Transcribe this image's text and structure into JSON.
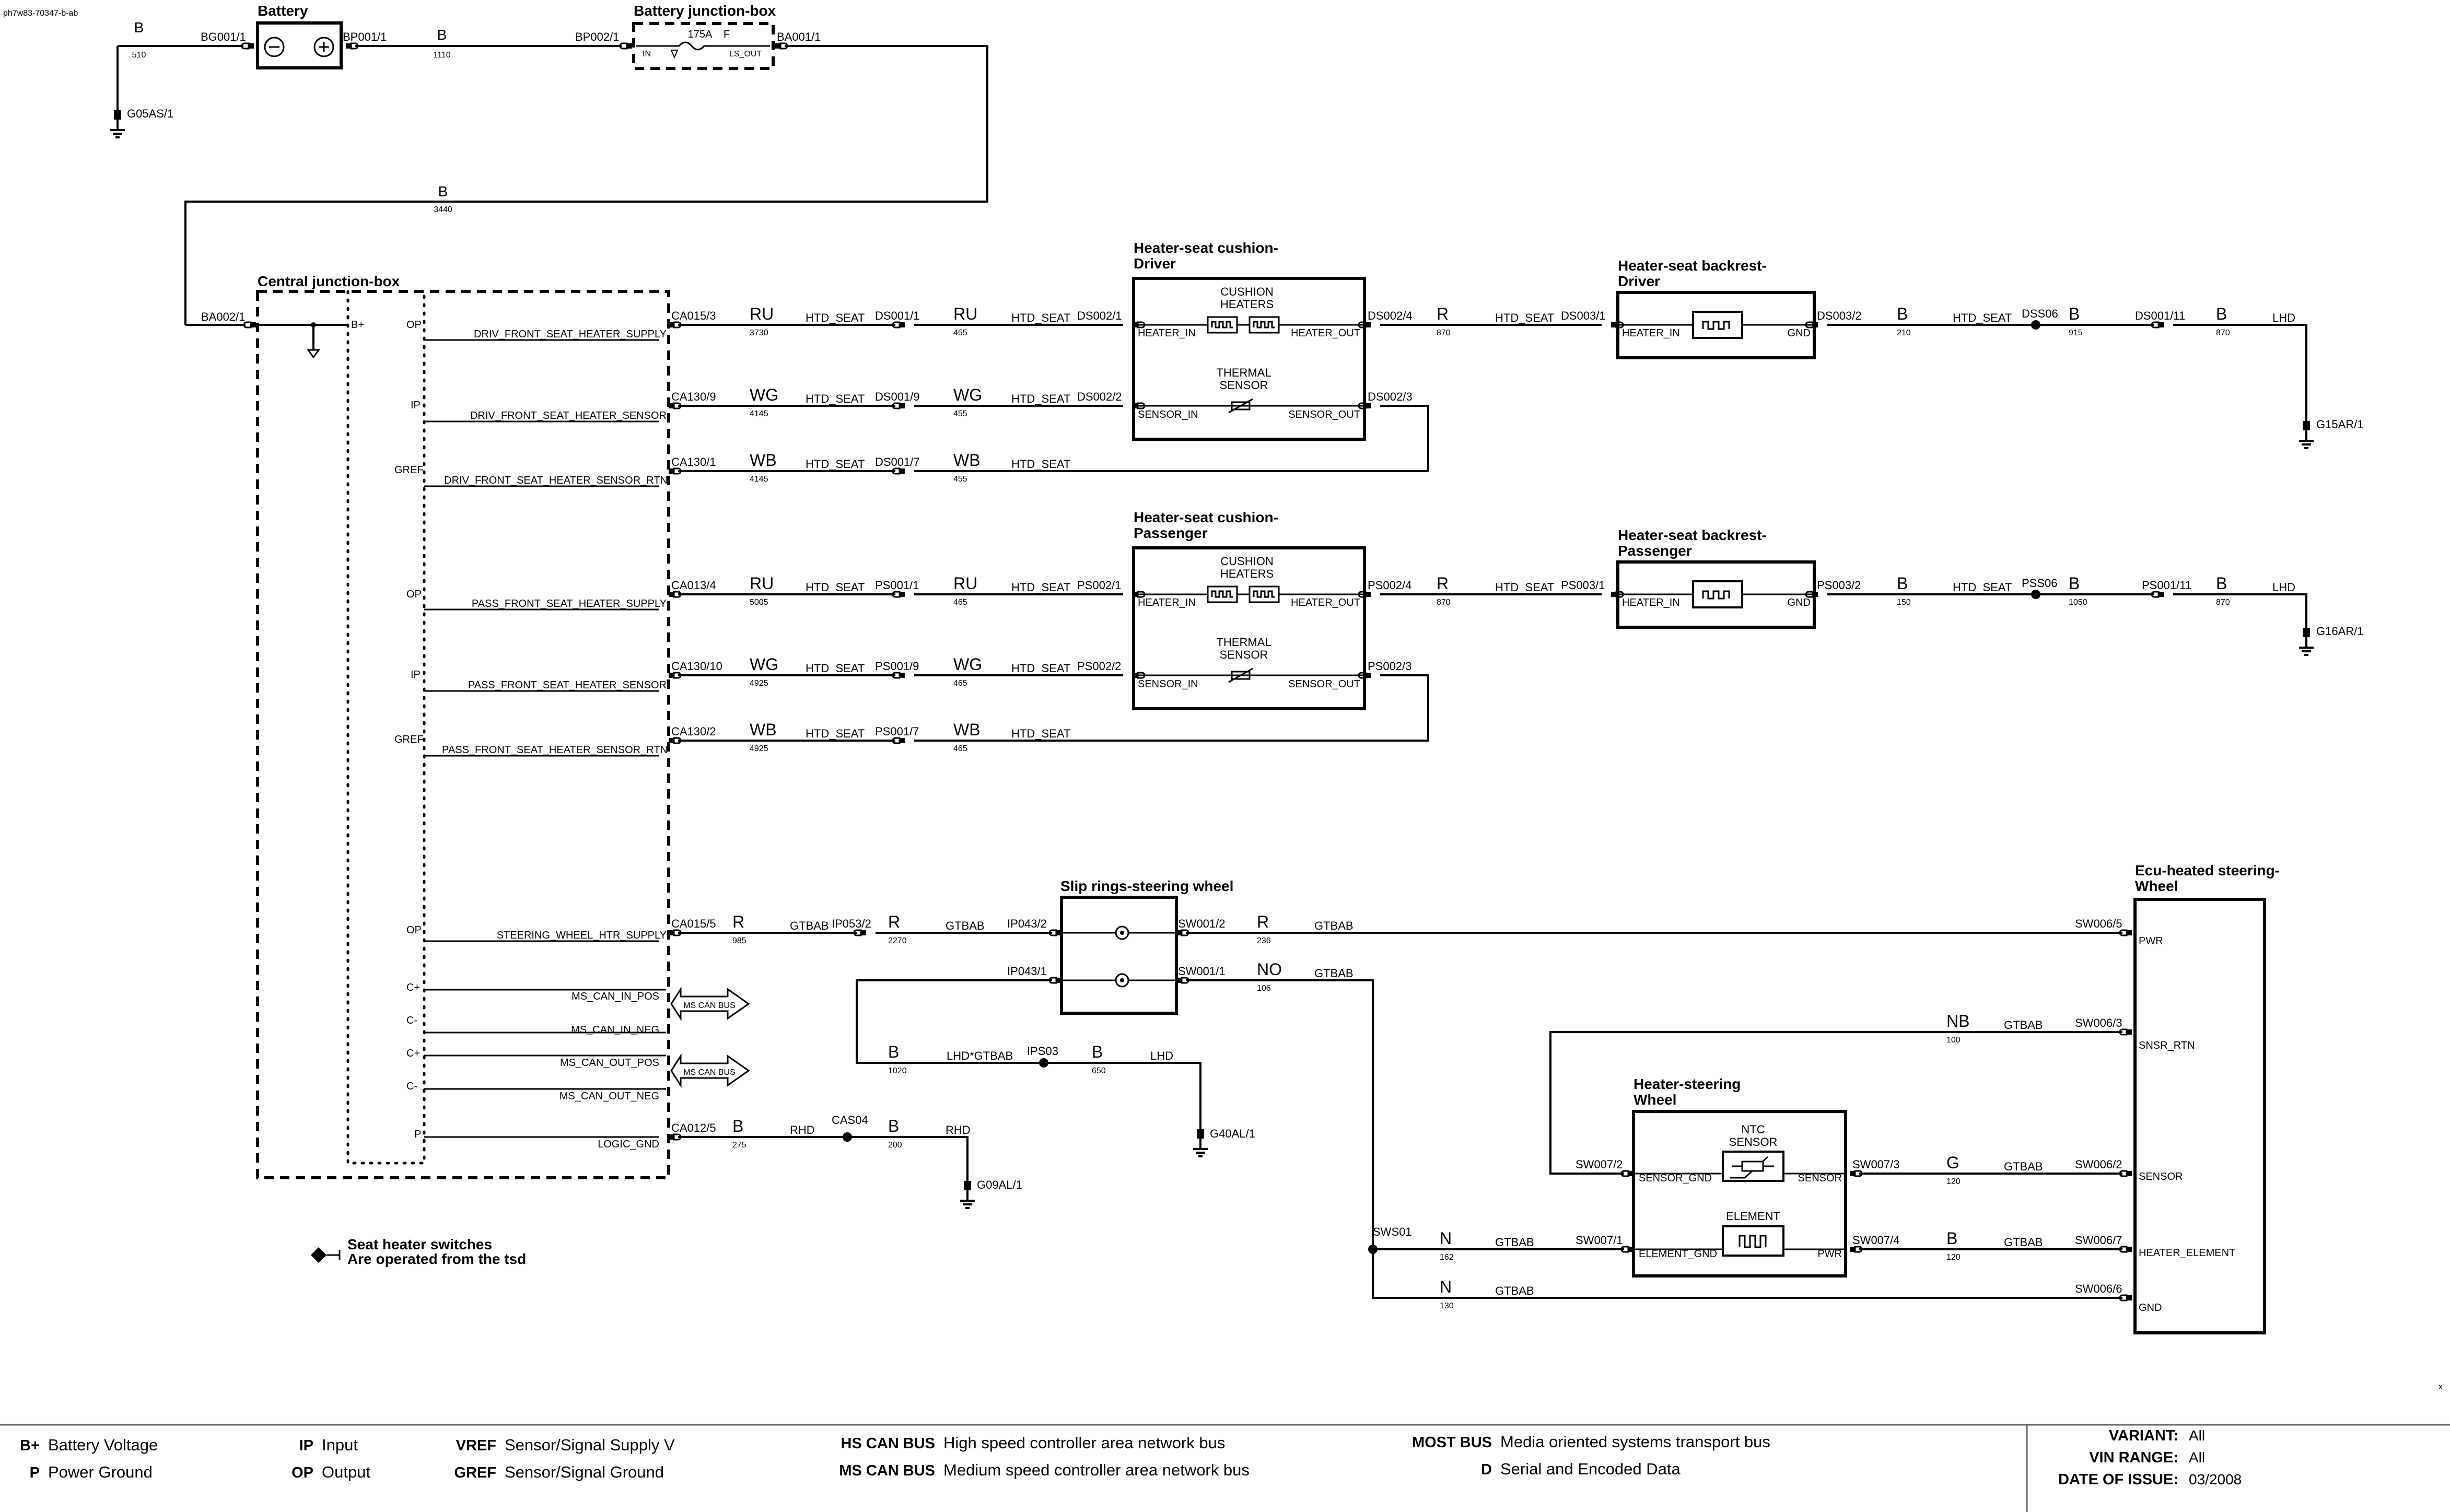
{
  "doc_id": "ph7w83-70347-b-ab",
  "components": {
    "battery": "Battery",
    "bjb": "Battery junction-box",
    "cjb": "Central junction-box",
    "hcd_l1": "Heater-seat cushion-",
    "hcd_l2": "Driver",
    "hbd_l1": "Heater-seat backrest-",
    "hbd_l2": "Driver",
    "hcp_l1": "Heater-seat cushion-",
    "hcp_l2": "Passenger",
    "hbp_l1": "Heater-seat backrest-",
    "hbp_l2": "Passenger",
    "slip": "Slip rings-steering wheel",
    "ecu_l1": "Ecu-heated steering-",
    "ecu_l2": "Wheel",
    "hsw_l1": "Heater-steering",
    "hsw_l2": "Wheel"
  },
  "inner": {
    "cushion_l1": "CUSHION",
    "cushion_l2": "HEATERS",
    "thermal_l1": "THERMAL",
    "thermal_l2": "SENSOR",
    "ntc_l1": "NTC",
    "ntc_l2": "SENSOR",
    "element": "ELEMENT",
    "fuse_rating": "175A",
    "fuse_f": "F",
    "fuse_in": "IN",
    "fuse_out": "LS_OUT"
  },
  "pins": {
    "heater_in": "HEATER_IN",
    "heater_out": "HEATER_OUT",
    "sensor_in": "SENSOR_IN",
    "sensor_out": "SENSOR_OUT",
    "gnd": "GND",
    "pwr": "PWR",
    "snsr_rtn": "SNSR_RTN",
    "sensor": "SENSOR",
    "heater_element": "HEATER_ELEMENT",
    "sensor_gnd": "SENSOR_GND",
    "element_gnd": "ELEMENT_GND",
    "bplus": "B+",
    "op": "OP",
    "ip": "IP",
    "gref": "GREF",
    "cplus": "C+",
    "cminus": "C-",
    "p": "P"
  },
  "signals": {
    "driv_supply": "DRIV_FRONT_SEAT_HEATER_SUPPLY",
    "driv_sensor": "DRIV_FRONT_SEAT_HEATER_SENSOR",
    "driv_rtn": "DRIV_FRONT_SEAT_HEATER_SENSOR_RTN",
    "pass_supply": "PASS_FRONT_SEAT_HEATER_SUPPLY",
    "pass_sensor": "PASS_FRONT_SEAT_HEATER_SENSOR",
    "pass_rtn": "PASS_FRONT_SEAT_HEATER_SENSOR_RTN",
    "sw_supply": "STEERING_WHEEL_HTR_SUPPLY",
    "ms_in_pos": "MS_CAN_IN_POS",
    "ms_in_neg": "MS_CAN_IN_NEG",
    "ms_out_pos": "MS_CAN_OUT_POS",
    "ms_out_neg": "MS_CAN_OUT_NEG",
    "logic_gnd": "LOGIC_GND",
    "ms_can_bus": "MS CAN BUS"
  },
  "connectors": {
    "bg001": "BG001/1",
    "bp001": "BP001/1",
    "bp002": "BP002/1",
    "ba001": "BA001/1",
    "ba002": "BA002/1",
    "ca015_3": "CA015/3",
    "ca130_9": "CA130/9",
    "ca130_1": "CA130/1",
    "ca013_4": "CA013/4",
    "ca130_10": "CA130/10",
    "ca130_2": "CA130/2",
    "ca015_5": "CA015/5",
    "ca012_5": "CA012/5",
    "ds001_1": "DS001/1",
    "ds001_9": "DS001/9",
    "ds001_7": "DS001/7",
    "ds002_1": "DS002/1",
    "ds002_2": "DS002/2",
    "ds002_4": "DS002/4",
    "ds002_3": "DS002/3",
    "ds003_1": "DS003/1",
    "ds003_2": "DS003/2",
    "dss06": "DSS06",
    "ds001_11": "DS001/11",
    "ps001_1": "PS001/1",
    "ps001_9": "PS001/9",
    "ps001_7": "PS001/7",
    "ps002_1": "PS002/1",
    "ps002_2": "PS002/2",
    "ps002_4": "PS002/4",
    "ps002_3": "PS002/3",
    "ps003_1": "PS003/1",
    "ps003_2": "PS003/2",
    "pss06": "PSS06",
    "ps001_11": "PS001/11",
    "ip053_2": "IP053/2",
    "ip043_2": "IP043/2",
    "ip043_1": "IP043/1",
    "sw001_2": "SW001/2",
    "sw001_1": "SW001/1",
    "sw006_5": "SW006/5",
    "sw006_3": "SW006/3",
    "sw006_2": "SW006/2",
    "sw006_7": "SW006/7",
    "sw006_6": "SW006/6",
    "sw007_2": "SW007/2",
    "sw007_1": "SW007/1",
    "sw007_3": "SW007/3",
    "sw007_4": "SW007/4",
    "sws01": "SWS01",
    "ips03": "IPS03",
    "cas04": "CAS04"
  },
  "grounds": {
    "g05as": "G05AS/1",
    "g15ar": "G15AR/1",
    "g16ar": "G16AR/1",
    "g40al": "G40AL/1",
    "g09al": "G09AL/1"
  },
  "wires": {
    "w510": {
      "color": "B",
      "num": "510"
    },
    "w1110": {
      "color": "B",
      "num": "1110"
    },
    "w3440": {
      "color": "B",
      "num": "3440"
    },
    "w3730": {
      "color": "RU",
      "num": "3730",
      "tag": "HTD_SEAT"
    },
    "w455a": {
      "color": "RU",
      "num": "455",
      "tag": "HTD_SEAT"
    },
    "w870a": {
      "color": "R",
      "num": "870",
      "tag": "HTD_SEAT"
    },
    "w210": {
      "color": "B",
      "num": "210",
      "tag": "HTD_SEAT"
    },
    "w915": {
      "color": "B",
      "num": "915"
    },
    "w870b": {
      "color": "B",
      "num": "870",
      "tag": "LHD"
    },
    "w4145a": {
      "color": "WG",
      "num": "4145",
      "tag": "HTD_SEAT"
    },
    "w455b": {
      "color": "WG",
      "num": "455",
      "tag": "HTD_SEAT"
    },
    "w4145b": {
      "color": "WB",
      "num": "4145",
      "tag": "HTD_SEAT"
    },
    "w455c": {
      "color": "WB",
      "num": "455",
      "tag": "HTD_SEAT"
    },
    "w5005": {
      "color": "RU",
      "num": "5005",
      "tag": "HTD_SEAT"
    },
    "w465a": {
      "color": "RU",
      "num": "465",
      "tag": "HTD_SEAT"
    },
    "w870c": {
      "color": "R",
      "num": "870",
      "tag": "HTD_SEAT"
    },
    "w150": {
      "color": "B",
      "num": "150",
      "tag": "HTD_SEAT"
    },
    "w1050": {
      "color": "B",
      "num": "1050"
    },
    "w870d": {
      "color": "B",
      "num": "870",
      "tag": "LHD"
    },
    "w4925a": {
      "color": "WG",
      "num": "4925",
      "tag": "HTD_SEAT"
    },
    "w465b": {
      "color": "WG",
      "num": "465",
      "tag": "HTD_SEAT"
    },
    "w4925b": {
      "color": "WB",
      "num": "4925",
      "tag": "HTD_SEAT"
    },
    "w465c": {
      "color": "WB",
      "num": "465",
      "tag": "HTD_SEAT"
    },
    "w985": {
      "color": "R",
      "num": "985",
      "tag": "GTBAB"
    },
    "w2270": {
      "color": "R",
      "num": "2270",
      "tag": "GTBAB"
    },
    "w236": {
      "color": "R",
      "num": "236",
      "tag": "GTBAB"
    },
    "w106": {
      "color": "NO",
      "num": "106",
      "tag": "GTBAB"
    },
    "w1020": {
      "color": "B",
      "num": "1020",
      "tag": "LHD*GTBAB"
    },
    "w650": {
      "color": "B",
      "num": "650",
      "tag": "LHD"
    },
    "w275": {
      "color": "B",
      "num": "275",
      "tag": "RHD"
    },
    "w200": {
      "color": "B",
      "num": "200",
      "tag": "RHD"
    },
    "w100": {
      "color": "NB",
      "num": "100",
      "tag": "GTBAB"
    },
    "w120a": {
      "color": "G",
      "num": "120",
      "tag": "GTBAB"
    },
    "w120b": {
      "color": "B",
      "num": "120",
      "tag": "GTBAB"
    },
    "w162": {
      "color": "N",
      "num": "162",
      "tag": "GTBAB"
    },
    "w130": {
      "color": "N",
      "num": "130",
      "tag": "GTBAB"
    }
  },
  "note": {
    "line1": "Seat heater switches",
    "line2": "Are operated from the tsd"
  },
  "corner_mark": "x",
  "legend": {
    "items": [
      {
        "code": "B+",
        "text": "Battery Voltage"
      },
      {
        "code": "P",
        "text": "Power Ground"
      },
      {
        "code": "IP",
        "text": "Input"
      },
      {
        "code": "OP",
        "text": "Output"
      },
      {
        "code": "VREF",
        "text": "Sensor/Signal Supply V"
      },
      {
        "code": "GREF",
        "text": "Sensor/Signal Ground"
      },
      {
        "code": "HS CAN BUS",
        "text": "High speed controller area network bus"
      },
      {
        "code": "MS CAN BUS",
        "text": "Medium speed controller area network bus"
      },
      {
        "code": "MOST BUS",
        "text": "Media oriented systems transport bus"
      },
      {
        "code": "D",
        "text": "Serial and Encoded Data"
      }
    ],
    "variant_label": "VARIANT:",
    "variant": "All",
    "vin_label": "VIN RANGE:",
    "vin": "All",
    "date_label": "DATE OF ISSUE:",
    "date": "03/2008"
  }
}
